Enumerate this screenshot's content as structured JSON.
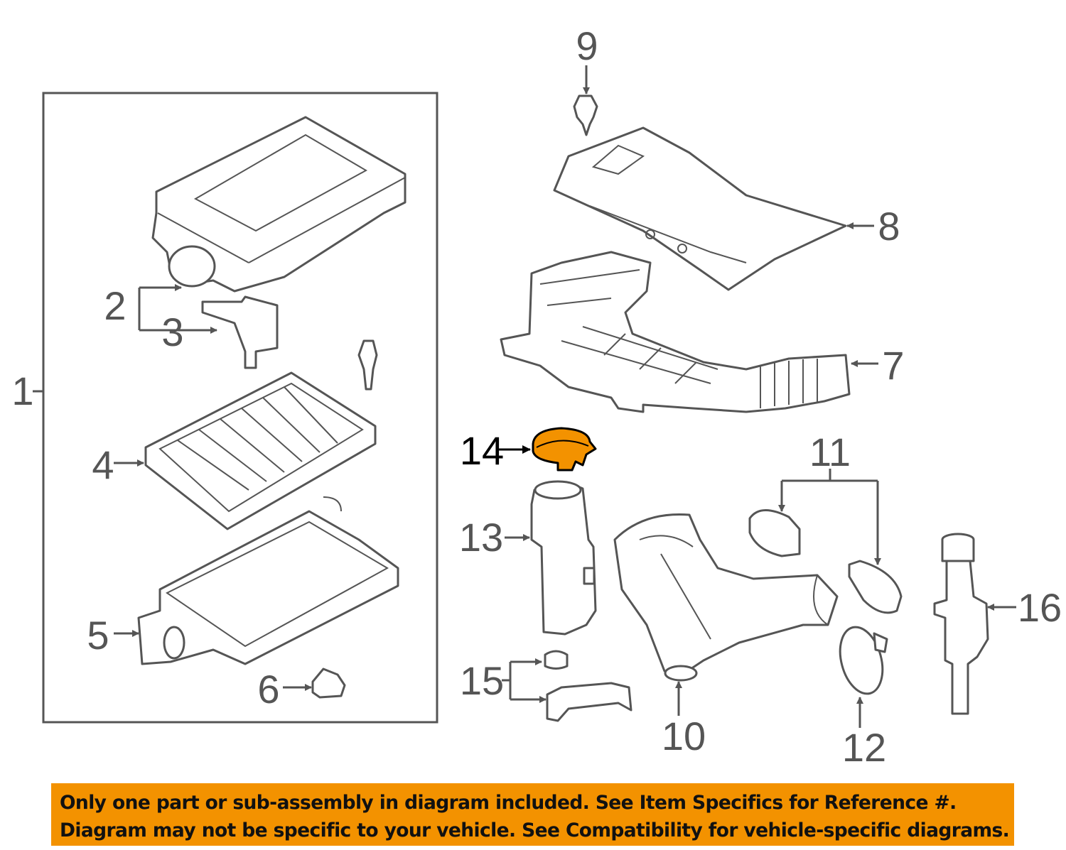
{
  "callouts": {
    "c1": "1",
    "c2": "2",
    "c3": "3",
    "c4": "4",
    "c5": "5",
    "c6": "6",
    "c7": "7",
    "c8": "8",
    "c9": "9",
    "c10": "10",
    "c11": "11",
    "c12": "12",
    "c13": "13",
    "c14": "14",
    "c15": "15",
    "c16": "16"
  },
  "highlighted_part": "14",
  "colors": {
    "highlight": "#f39200",
    "banner": "#f39200",
    "line": "#555555"
  },
  "banner": {
    "line1": "Only one part or sub-assembly in diagram included. See Item Specifics for Reference #.",
    "line2": "Diagram may not be specific to your vehicle. See Compatibility for vehicle-specific diagrams."
  }
}
